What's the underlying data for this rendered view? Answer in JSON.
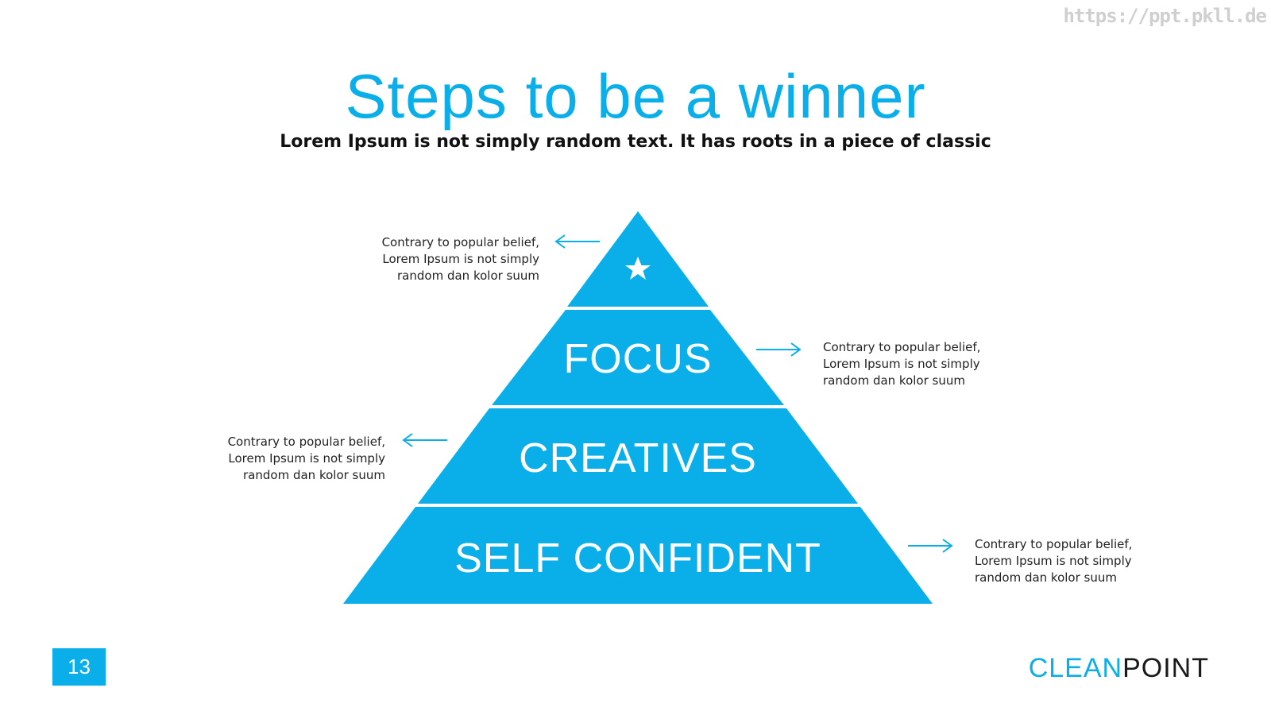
{
  "watermark": "https://ppt.pkll.de",
  "title": "Steps to be a winner",
  "subtitle": "Lorem Ipsum is not simply random text. It has roots in a piece of classic",
  "colors": {
    "accent": "#0aaee8",
    "text": "#222222",
    "brand_dark": "#1a1a1a"
  },
  "pyramid": {
    "top_icon": "star-icon",
    "levels": [
      {
        "label": "FOCUS"
      },
      {
        "label": "CREATIVES"
      },
      {
        "label": "SELF CONFIDENT"
      }
    ]
  },
  "notes": [
    {
      "lines": [
        "Contrary to popular belief,",
        "Lorem Ipsum is not simply",
        "random dan kolor suum"
      ]
    },
    {
      "lines": [
        "Contrary to popular belief,",
        "Lorem Ipsum is not simply",
        "random dan kolor suum"
      ]
    },
    {
      "lines": [
        "Contrary to popular belief,",
        "Lorem Ipsum is not simply",
        "random dan kolor suum"
      ]
    },
    {
      "lines": [
        "Contrary to popular belief,",
        "Lorem Ipsum is not simply",
        "random dan kolor suum"
      ]
    }
  ],
  "footer": {
    "page_number": "13",
    "brand_part1": "CLEAN",
    "brand_part2": "POINT"
  }
}
